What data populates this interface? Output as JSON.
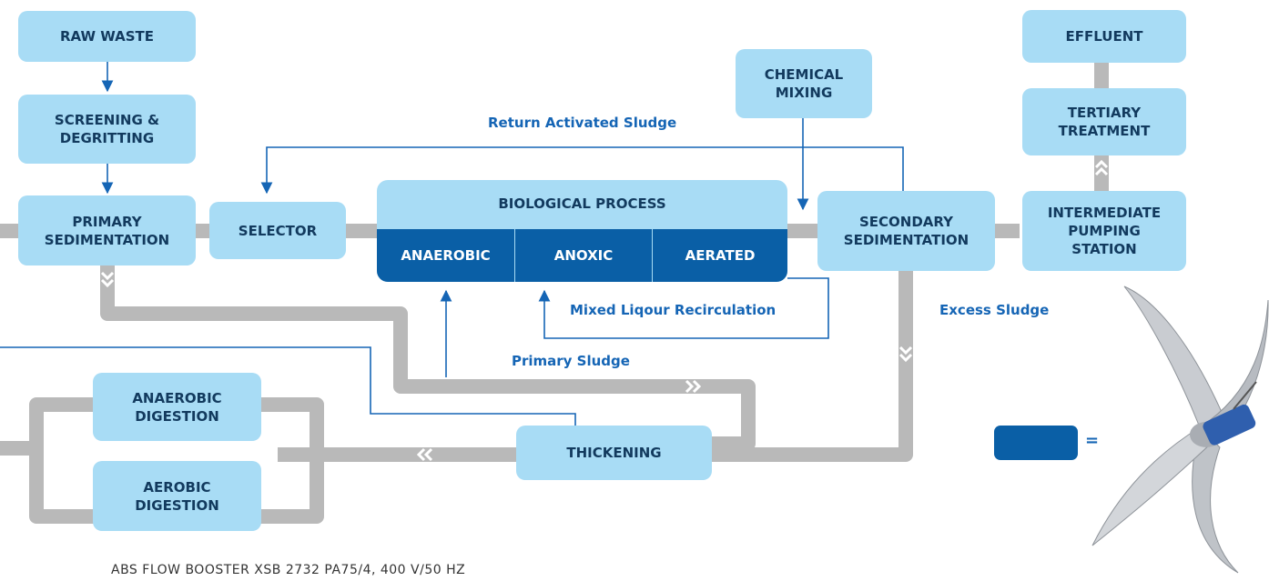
{
  "colors": {
    "box": "#a8dcf5",
    "box_text": "#123a5e",
    "stage": "#0a5fa6",
    "pipe": "#b9b9b9",
    "line": "#1565b5",
    "chevron": "#ffffff"
  },
  "boxes": {
    "raw_waste": "RAW WASTE",
    "screening": "SCREENING &\nDEGRITTING",
    "primary_sed": "PRIMARY\nSEDIMENTATION",
    "selector": "SELECTOR",
    "biological": "BIOLOGICAL PROCESS",
    "chemical": "CHEMICAL\nMIXING",
    "secondary_sed": "SECONDARY\nSEDIMENTATION",
    "effluent": "EFFLUENT",
    "tertiary": "TERTIARY\nTREATMENT",
    "pumping": "INTERMEDIATE\nPUMPING\nSTATION",
    "anaerobic_dig": "ANAEROBIC\nDIGESTION",
    "aerobic_dig": "AEROBIC\nDIGESTION",
    "thickening": "THICKENING"
  },
  "stages": {
    "anaerobic": "ANAEROBIC",
    "anoxic": "ANOXIC",
    "aerated": "AERATED"
  },
  "flows": {
    "return_sludge": "Return Activated Sludge",
    "mixed_liquor": "Mixed Liqour Recirculation",
    "excess_sludge": "Excess Sludge",
    "primary_sludge": "Primary Sludge"
  },
  "legend": {
    "equals": "=",
    "product_image": "flow booster propeller mixer"
  },
  "caption": "ABS FLOW BOOSTER XSB 2732 PA75/4, 400 V/50 HZ"
}
